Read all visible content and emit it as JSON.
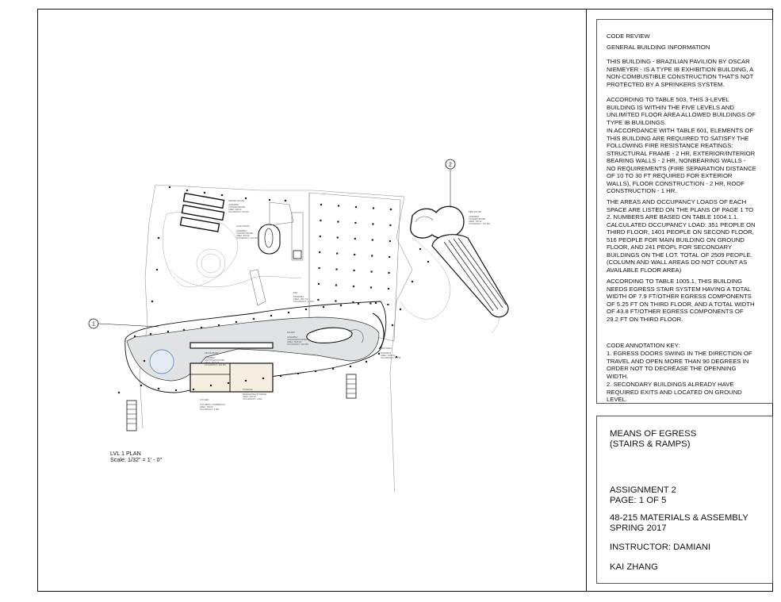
{
  "code_review": {
    "heading": "CODE REVIEW",
    "subheading": "GENERAL BUILDING INFORMATION",
    "paragraph_1": "THIS BUILDING - BRAZILIAN PAVILION BY OSCAR\nNIEMEYER - IS A TYPE IB EXHIBITION BUILDING, A\nNON-COMBUSTIBLE CONSTRUCTION THAT'S NOT\nPROTECTED BY A SPRINKERS SYSTEM.",
    "paragraph_2": "ACCORDING TO TABLE 503, THIS 3-LEVEL\nBUILDING IS  WITHIN THE FIVE LEVELS AND\nUNLIMITED FLOOR AREA ALLOWED BUILDINGS OF\nTYPE IB BUILDINGS.",
    "paragraph_3": "IN ACCORDANCE WITH TABLE 601, ELEMENTS OF\nTHIS BUILDING ARE REQUIRED TO SATISFY THE\nFOLLOWING FIRE RESISTANCE REATINGS:\nSTRUCTURAL FRAME - 2 HR, EXTERIOR/INTERIOR\nBEARING WALLS  - 2 HR, NONBEARING WALLS -\nNO REQUIREMENTS (FIRE SEPARATION DISTANCE\nOF 10 TO 30 FT REQUIRED FOR EXTERIOR\nWALLS), FLOOR CONSTRUCTION - 2 HR, ROOF\nCONSTRUCTION - 1 HR.",
    "paragraph_4": "THE AREAS AND OCCUPANCY LOADS OF EACH\nSPACE ARE LISTED ON THE PLANS OF PAGE 1 TO\n2. NUMBERS ARE BASED ON TABLE 1004.1.1.\nCALCULATED OCCUPANCY LOAD: 351 PEOPLE ON\nTHIRD FLOOR, 1401 PEOPLE ON SECOND FLOOR,\n516 PEOPLE FOR MAIN BUILDING ON GROUND\nFLOOR, AND 241 PEOPL FOR SECONDARY\nBUILDINGS ON THE LOT. TOTAL OF 2509 PEOPLE.\n(COLUMN AND WALL AREAS DO NOT COUNT AS\nAVAILABLE FLOOR AREA)",
    "paragraph_5": "ACCORDING TO TABLE 1005.1, THIS BUILDING\nNEEDS EGRESS STAIR SYSTEM HAVING A TOTAL\nWIDTH OF 7.9 FT/OTHER EGRESS COMPONENTS\nOF 5.25 FT ON THIRD FLOOR, AND A TOTAL WIDTH\nOF 43.8 FT/OTHER EGRESS COMPONENTS OF\n29.2 FT ON THIRD FLOOR.",
    "annotation_heading": "CODE ANNOTATION KEY:",
    "annotation_1": "1. EGRESS DOORS SWING IN THE DIRECTION OF\nTRAVEL AND OPEN MORE THAN 90 DEGREES IN\nORDER NOT TO DECREASE THE OPENNING\nWIDTH.",
    "annotation_2": "2. SECONDARY BUILDINGS ALREADY HAVE\nREQUIRED EXITS AND LOCATED ON GROUND\nLEVEL."
  },
  "title_block": {
    "sheet_title": "MEANS OF EGRESS\n(STAIRS & RAMPS)",
    "assignment": "ASSIGNMENT 2\nPAGE: 1 OF 5",
    "course": "48-215 MATERIALS & ASSEMBLY\nSPRING  2017",
    "instructor": "INSTRUCTOR: DAMIANI",
    "author": "KAI ZHANG"
  },
  "plan": {
    "caption": "LVL 1 PLAN",
    "scale": "Scale: 1/32\" = 1' - 0\"",
    "marker_1": "1",
    "marker_2": "2",
    "labels": {
      "orchid_house": "ORCHID HOUSE",
      "orchid_house_use": "ASSEMBLY\nCONCENTRATED\nAREA: 588 SF\nOCCUPANCY: 84 PPL",
      "auditorium": "AUDITORIUM",
      "auditorium_use": "ASSEMBLY\nCONCENTRATED\nAREA: 846 SF\nOCCUPANCY: 120 PPL",
      "bird_house": "BIRD HOUSE",
      "bird_house_use": "ASSEMBLY\nCONCENTRATED\nAREA: 735 SF\nOCCUPANCY: 104 PPL",
      "office": "BAR",
      "office_use": "BUSINESS\nAREA: 1607 SF\nOCCUPANCY: 17 PPL",
      "exhibit": "EXHIBIT",
      "exhibit_use": "ASSEMBLY\nUNCONCENTRATED\nAREA: 4506 SF\nOCCUPANCY: 300 PPL",
      "restaurant": "RESTAURANT",
      "restaurant_use": "ASSEMBLY\nUNCONCENTRATED\nAREA: 7408 SF\nOCCUPANCY: 496 PPL",
      "kitchen": "KITCHEN",
      "kitchen_use": "KITCHENS, COMMERCIAL\nAREA: 750 SF\nOCCUPANCY: 3 PPL",
      "storage": "STORAGE",
      "storage_use": "MERCANTILE STORAGE\nAREA: 404 SF\nOCCUPANCY: 1 PPL",
      "info_desk": "INFO DESK",
      "info_desk_use": "BUSINESS\nAREA: 1040 SF\nOCCUPANCY: 11 PPL"
    }
  }
}
